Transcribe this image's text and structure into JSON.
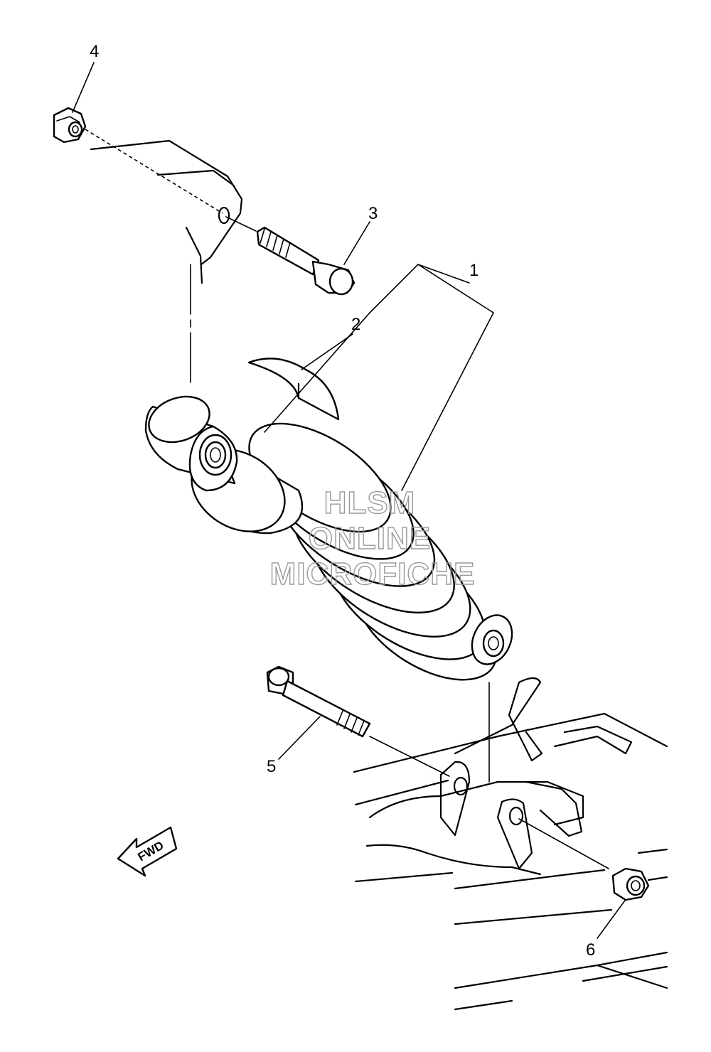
{
  "callouts": {
    "c1": "1",
    "c2": "2",
    "c3": "3",
    "c4": "4",
    "c5": "5",
    "c6": "6"
  },
  "watermark": {
    "line1": "HLSM",
    "line2": "ONLINE",
    "line3": "MICROFICHE"
  },
  "direction_label": "FWD"
}
